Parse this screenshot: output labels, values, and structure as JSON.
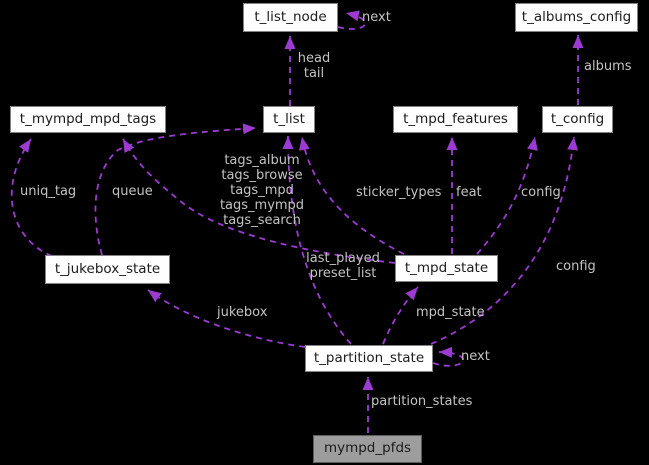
{
  "diagram_type": "collaboration-diagram",
  "colors": {
    "background": "#000000",
    "edge": "#9C3BD2",
    "edge_label_text": "#C3C3C3",
    "node_fill": "#FEFEFE",
    "node_border": "#838383",
    "node_text": "#1B1B1B",
    "focus_node_fill": "#9D9D9D",
    "focus_node_border": "#5C5C5C"
  },
  "nodes": {
    "t_list_node": "t_list_node",
    "t_albums_config": "t_albums_config",
    "t_mympd_mpd_tags": "t_mympd_mpd_tags",
    "t_list": "t_list",
    "t_mpd_features": "t_mpd_features",
    "t_config": "t_config",
    "t_jukebox_state": "t_jukebox_state",
    "t_mpd_state": "t_mpd_state",
    "t_partition_state": "t_partition_state",
    "mympd_pfds": "mympd_pfds"
  },
  "edge_labels": {
    "next_top": "next",
    "head": "head",
    "tail": "tail",
    "albums": "albums",
    "uniq_tag": "uniq_tag",
    "queue": "queue",
    "tags_album": "tags_album",
    "tags_browse": "tags_browse",
    "tags_mpd": "tags_mpd",
    "tags_mympd": "tags_mympd",
    "tags_search": "tags_search",
    "sticker_types": "sticker_types",
    "feat": "feat",
    "config_upper": "config",
    "config_right": "config",
    "last_played": "last_played",
    "preset_list": "preset_list",
    "jukebox": "jukebox",
    "mpd_state": "mpd_state",
    "next_bottom": "next",
    "partition_states": "partition_states"
  },
  "edges": [
    {
      "from": "t_list",
      "to": "t_list_node",
      "label": "head tail"
    },
    {
      "from": "t_list_node",
      "to": "t_list_node",
      "label": "next"
    },
    {
      "from": "t_config",
      "to": "t_albums_config",
      "label": "albums"
    },
    {
      "from": "t_jukebox_state",
      "to": "t_mympd_mpd_tags",
      "label": "uniq_tag"
    },
    {
      "from": "t_jukebox_state",
      "to": "t_list",
      "label": "queue"
    },
    {
      "from": "t_mpd_state",
      "to": "t_mympd_mpd_tags",
      "label": "tags_album tags_browse tags_mpd tags_mympd tags_search"
    },
    {
      "from": "t_mpd_state",
      "to": "t_list",
      "label": "sticker_types"
    },
    {
      "from": "t_mpd_state",
      "to": "t_mpd_features",
      "label": "feat"
    },
    {
      "from": "t_mpd_state",
      "to": "t_config",
      "label": "config"
    },
    {
      "from": "t_partition_state",
      "to": "t_config",
      "label": "config"
    },
    {
      "from": "t_partition_state",
      "to": "t_list",
      "label": "last_played preset_list"
    },
    {
      "from": "t_partition_state",
      "to": "t_mpd_state",
      "label": "mpd_state"
    },
    {
      "from": "t_partition_state",
      "to": "t_jukebox_state",
      "label": "jukebox"
    },
    {
      "from": "t_partition_state",
      "to": "t_partition_state",
      "label": "next"
    },
    {
      "from": "mympd_pfds",
      "to": "t_partition_state",
      "label": "partition_states"
    }
  ]
}
